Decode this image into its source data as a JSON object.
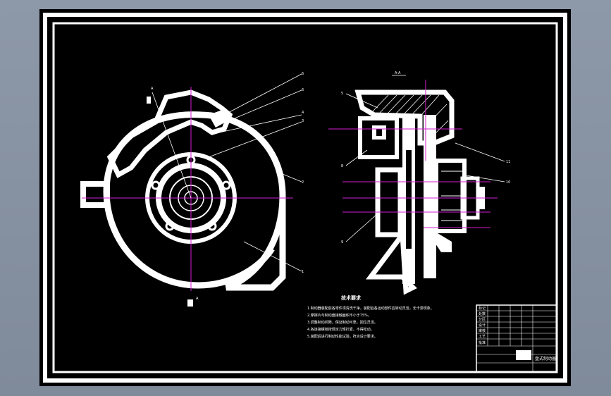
{
  "drawing": {
    "section_label": "A-A",
    "section_mark": "A",
    "front_view_callouts": [
      "6",
      "6",
      "4",
      "3",
      "2",
      "1"
    ],
    "side_view_callouts": [
      "5",
      "8",
      "9",
      "11",
      "10"
    ],
    "tech_requirements": {
      "title": "技术要求",
      "lines": [
        "1.制动器装配前各零件须清洗干净，装配后各运动部件应转动灵活，无卡滞现象。",
        "2.摩擦片与制动盘接触面积不小于75%。",
        "3.调整制动间隙，保证制动可靠，回位灵活。",
        "4.各连接螺栓按规定力矩拧紧，不得松动。",
        "5.装配后进行制动性能试验，符合设计要求。"
      ]
    },
    "title_block": {
      "drawing_name": "盘式制动器",
      "rows": [
        "标记",
        "处数",
        "分区",
        "设计",
        "审核",
        "工艺",
        "批准"
      ]
    }
  },
  "colors": {
    "sheet": "#000000",
    "frame": "#ffffff",
    "centerline": "#d21ed2",
    "background": "#8d98a8"
  }
}
